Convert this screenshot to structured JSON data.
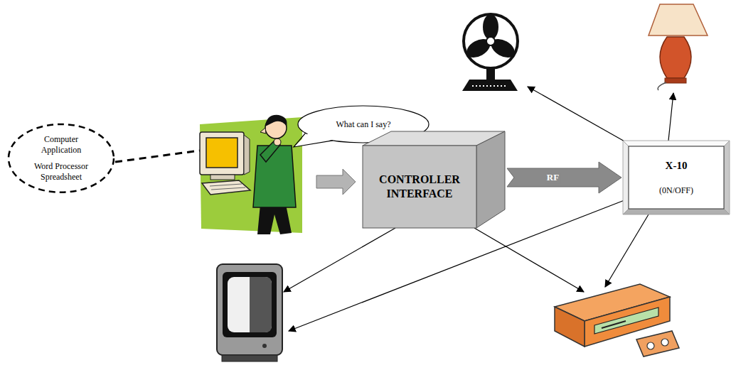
{
  "diagram": {
    "nodes": [
      {
        "text": [
          "Computer Application",
          "Word Processor Spreadsheet"
        ]
      },
      {
        "text": [
          "What can I say?"
        ]
      },
      {
        "text": [
          "CONTROLLER INTERFACE"
        ]
      },
      {
        "text": [
          "X-10",
          "(0N/OFF)"
        ]
      }
    ],
    "edges": [
      {
        "from": 2,
        "to": 3,
        "arrow": "to",
        "label": "RF"
      }
    ]
  }
}
